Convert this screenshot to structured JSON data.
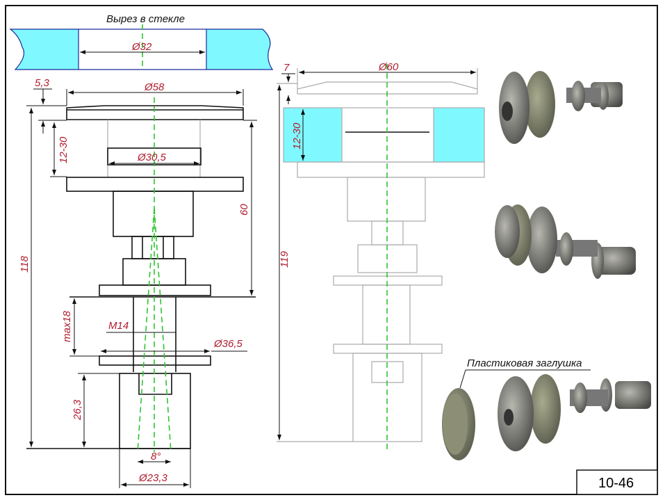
{
  "drawing": {
    "glass_cutout_title": "Вырез в стекле",
    "plug_label": "Пластиковая заглушка",
    "sheet_number": "10-46",
    "left_view": {
      "d_cutout": "Ø32",
      "d_flange": "Ø58",
      "flange_thickness": "5,3",
      "glass_thickness": "12-30",
      "d_bushing": "Ø30,5",
      "height_60": "60",
      "total_height": "118",
      "max_thread": "max18",
      "thread": "M14",
      "d_washer": "Ø36,5",
      "cap_height": "26,3",
      "angle": "8°",
      "d_cap": "Ø23,3"
    },
    "right_view": {
      "d_flange": "Ø60",
      "flange_thickness": "7",
      "glass_thickness": "12-30",
      "total_height": "119"
    },
    "colors": {
      "dimension": "#b01c2e",
      "glass": "#80f8ff",
      "centerline": "#2fc42f"
    }
  }
}
